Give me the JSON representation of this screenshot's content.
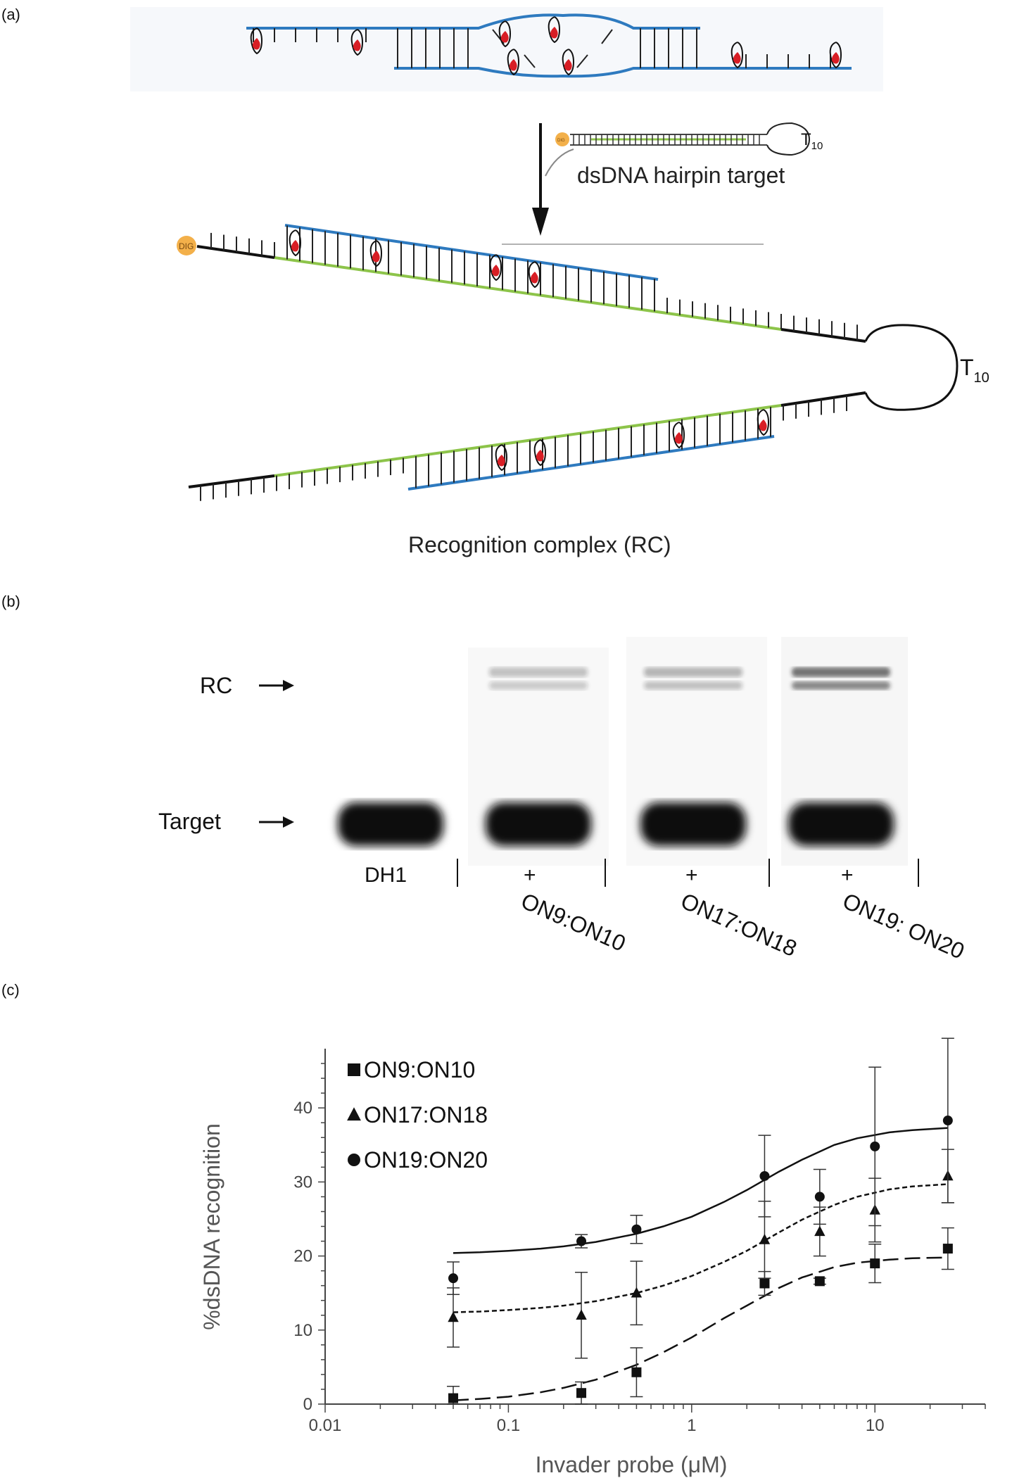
{
  "panels": {
    "a": {
      "label": "(a)",
      "target_label": "dsDNA hairpin target",
      "loop_label_top": {
        "base": "T",
        "sub": "10"
      },
      "loop_label_main": {
        "base": "T",
        "sub": "10"
      },
      "dig_label_small": "DIG",
      "dig_label_main": "DIG",
      "complex_label": "Recognition complex (RC)"
    },
    "b": {
      "label": "(b)",
      "rc_label": "RC",
      "target_label": "Target",
      "lane_labels": [
        "DH1",
        "+",
        "+",
        "+"
      ],
      "probe_labels": [
        "ON9:ON10",
        "ON17:ON18",
        "ON19: ON20"
      ],
      "band_intensity": {
        "rc": [
          0.0,
          0.25,
          0.3,
          0.6
        ],
        "target": [
          1.0,
          1.0,
          1.0,
          1.0
        ]
      }
    },
    "c": {
      "label": "(c)"
    }
  },
  "chart_data": {
    "type": "scatter",
    "xlabel": "Invader probe (μM)",
    "ylabel": "%dsDNA recognition",
    "xscale": "log",
    "xlim": [
      0.01,
      40
    ],
    "ylim": [
      0,
      48
    ],
    "xticks": [
      0.01,
      0.1,
      1,
      10
    ],
    "xtick_labels": [
      "0.01",
      "0.1",
      "1",
      "10"
    ],
    "yticks": [
      0,
      10,
      20,
      30,
      40
    ],
    "ytick_labels": [
      "0",
      "10",
      "20",
      "30",
      "40"
    ],
    "grid": false,
    "legend": "top-left",
    "series": [
      {
        "name": "ON9:ON10",
        "marker": "square",
        "line": "long-dash",
        "x": [
          0.05,
          0.25,
          0.5,
          2.5,
          5,
          10,
          25
        ],
        "y": [
          0.8,
          1.5,
          4.3,
          16.3,
          16.6,
          19.0,
          21.0
        ],
        "err": [
          1.6,
          1.5,
          3.3,
          1.6,
          0.4,
          2.6,
          2.8
        ],
        "fit_x": [
          0.05,
          0.07,
          0.1,
          0.15,
          0.2,
          0.3,
          0.5,
          0.7,
          1,
          1.5,
          2,
          3,
          4,
          6,
          8,
          12,
          16,
          25
        ],
        "fit_y": [
          0.5,
          0.7,
          1.0,
          1.6,
          2.2,
          3.3,
          5.3,
          7.0,
          9.0,
          11.6,
          13.3,
          15.7,
          17.1,
          18.5,
          19.1,
          19.5,
          19.7,
          19.8
        ]
      },
      {
        "name": "ON17:ON18",
        "marker": "triangle",
        "line": "short-dash",
        "x": [
          0.05,
          0.25,
          0.5,
          2.5,
          5,
          10,
          25
        ],
        "y": [
          11.7,
          12.0,
          15.0,
          22.2,
          23.3,
          26.2,
          30.8
        ],
        "err": [
          4.0,
          5.8,
          4.3,
          5.2,
          3.3,
          4.3,
          3.6
        ],
        "fit_x": [
          0.05,
          0.07,
          0.1,
          0.15,
          0.2,
          0.3,
          0.5,
          0.7,
          1,
          1.5,
          2,
          3,
          4,
          6,
          8,
          12,
          16,
          25
        ],
        "fit_y": [
          12.4,
          12.5,
          12.7,
          13.0,
          13.3,
          13.9,
          15.0,
          16.0,
          17.3,
          19.2,
          20.7,
          23.2,
          24.9,
          26.9,
          28.0,
          29.0,
          29.4,
          29.7
        ]
      },
      {
        "name": "ON19:ON20",
        "marker": "circle",
        "line": "solid",
        "x": [
          0.05,
          0.25,
          0.5,
          2.5,
          5,
          10,
          25
        ],
        "y": [
          17.0,
          22.0,
          23.6,
          30.8,
          28.0,
          34.8,
          38.3
        ],
        "err": [
          2.2,
          0.9,
          1.9,
          5.5,
          3.7,
          10.7,
          11.1
        ],
        "fit_x": [
          0.05,
          0.07,
          0.1,
          0.15,
          0.2,
          0.3,
          0.5,
          0.7,
          1,
          1.5,
          2,
          3,
          4,
          6,
          8,
          12,
          16,
          25
        ],
        "fit_y": [
          20.4,
          20.5,
          20.7,
          21.0,
          21.3,
          21.9,
          23.0,
          24.0,
          25.3,
          27.3,
          28.9,
          31.4,
          33.0,
          35.0,
          35.9,
          36.7,
          37.0,
          37.3
        ]
      }
    ]
  }
}
